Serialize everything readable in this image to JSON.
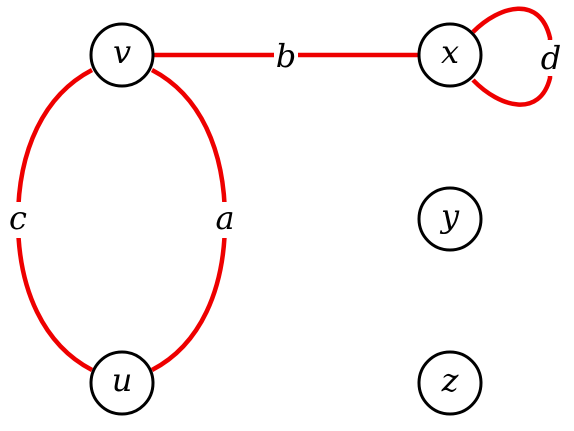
{
  "colors": {
    "edge": "#ee0000",
    "node_stroke": "#000000",
    "label": "#000000",
    "background": "#ffffff"
  },
  "nodes": [
    {
      "id": "v",
      "label": "v"
    },
    {
      "id": "x",
      "label": "x"
    },
    {
      "id": "u",
      "label": "u"
    },
    {
      "id": "y",
      "label": "y"
    },
    {
      "id": "z",
      "label": "z"
    }
  ],
  "edges": [
    {
      "id": "b",
      "label": "b",
      "from": "v",
      "to": "x"
    },
    {
      "id": "a",
      "label": "a",
      "from": "v",
      "to": "u"
    },
    {
      "id": "c",
      "label": "c",
      "from": "v",
      "to": "u"
    },
    {
      "id": "d",
      "label": "d",
      "from": "x",
      "to": "x"
    }
  ]
}
